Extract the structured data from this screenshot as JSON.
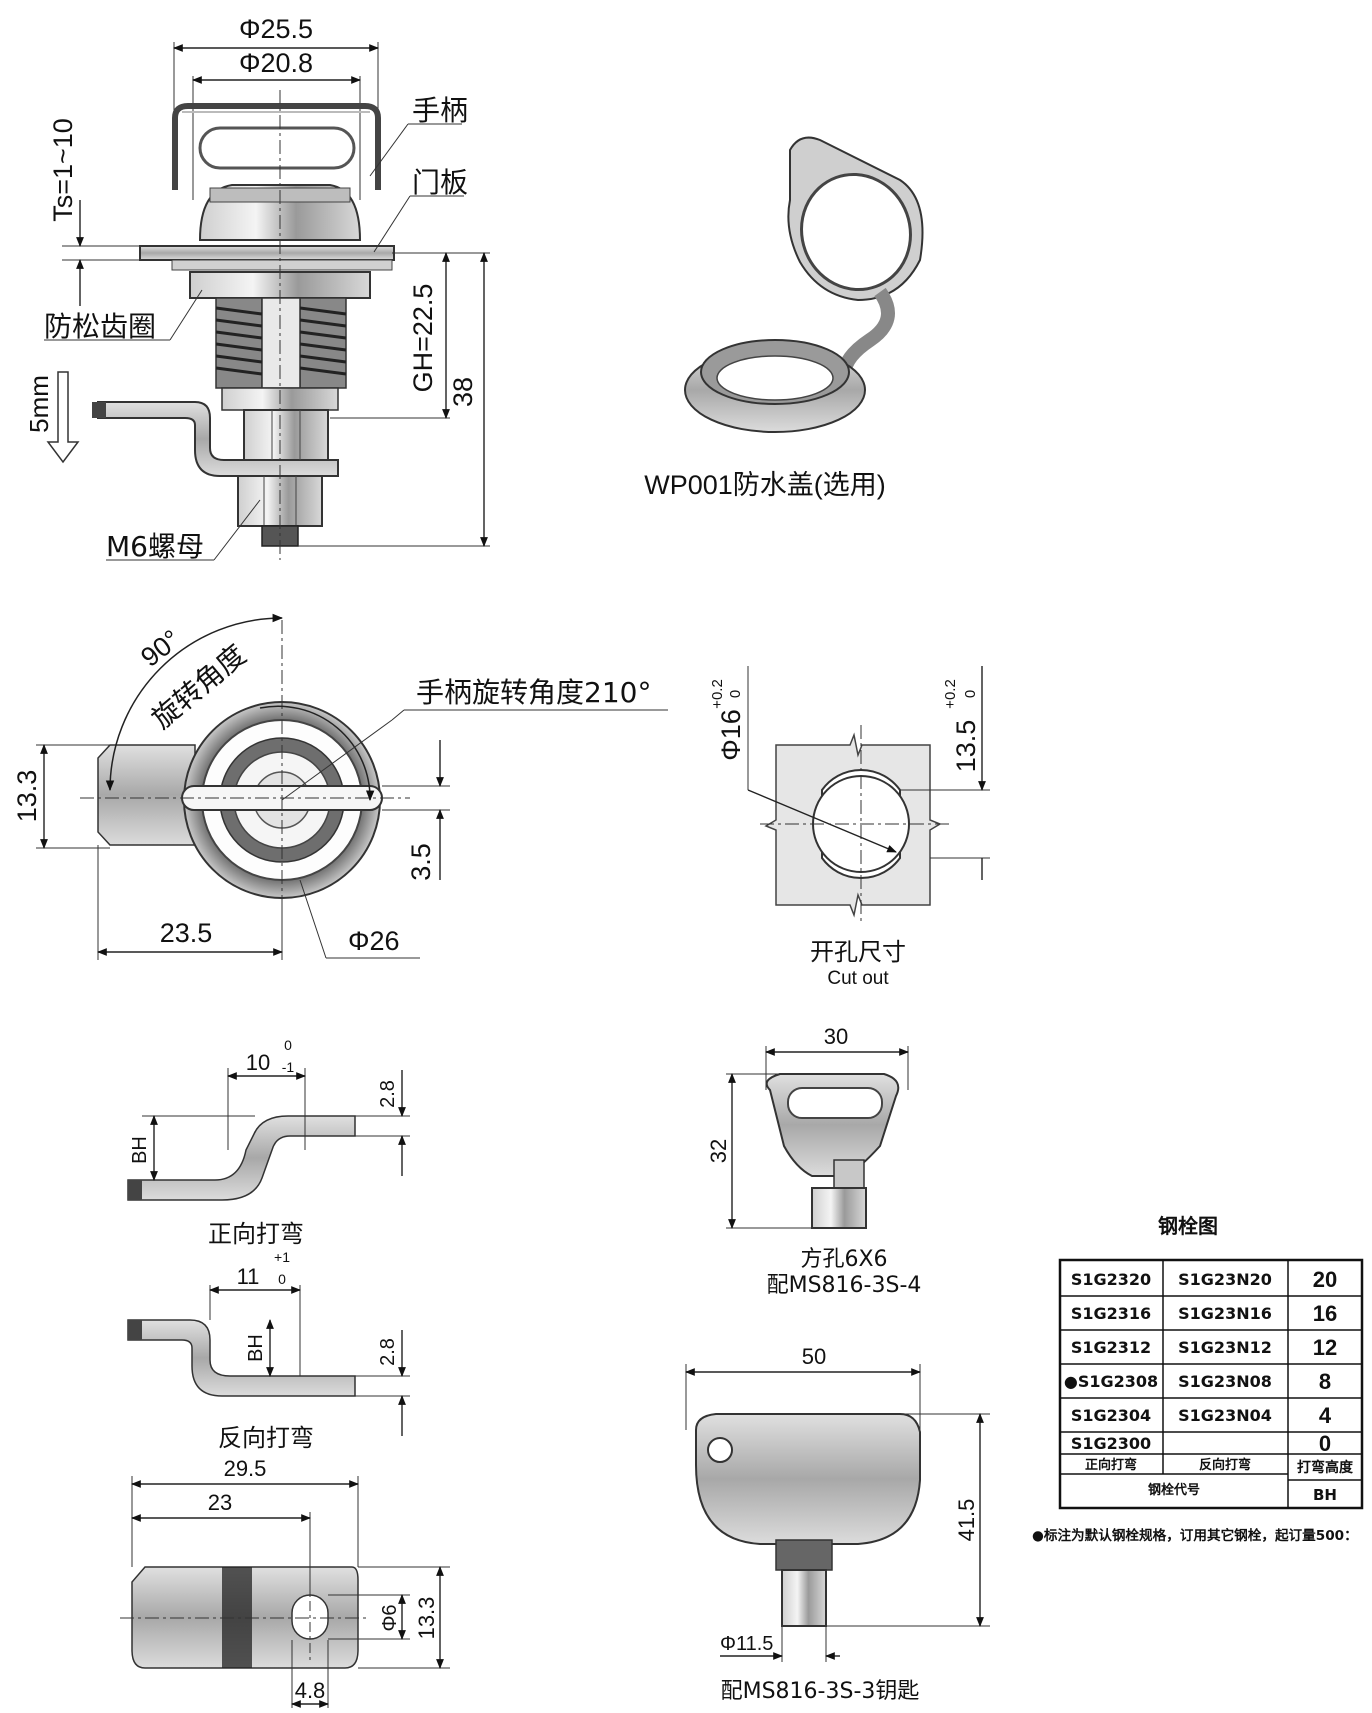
{
  "top_view": {
    "d_outer": "Φ25.5",
    "d_inner": "Φ20.8",
    "ts": "Ts=1~10",
    "handle": "手柄",
    "door_panel": "门板",
    "lock_washer": "防松齿圈",
    "gh": "GH=22.5",
    "height": "38",
    "stroke": "5mm",
    "nut": "M6螺母"
  },
  "waterproof_cap": {
    "caption": "WP001防水盖(选用)"
  },
  "front_view": {
    "angle_90": "90°",
    "rot_label": "旋转角度",
    "handle_rot": "手柄旋转角度210°",
    "h13_3": "13.3",
    "w23_5": "23.5",
    "d26": "Φ26",
    "d3_5": "3.5"
  },
  "cutout": {
    "d16": "Φ16",
    "tol_up": "+0.2",
    "tol_low": "0",
    "h13_5": "13.5",
    "title_cn": "开孔尺寸",
    "title_en": "Cut out"
  },
  "cam_forward": {
    "w": "10",
    "tol_up": "0",
    "tol_low": "-1",
    "bh": "BH",
    "t": "2.8",
    "caption": "正向打弯"
  },
  "cam_reverse": {
    "w": "11",
    "tol_up": "+1",
    "tol_low": "0",
    "bh": "BH",
    "t": "2.8",
    "caption": "反向打弯"
  },
  "cam_plan": {
    "len": "29.5",
    "hole_pos": "23",
    "hole_d": "Φ6",
    "width": "13.3",
    "offset": "4.8"
  },
  "key_square": {
    "width": "30",
    "height": "32",
    "line1": "方孔6X6",
    "line2": "配MS816-3S-4"
  },
  "key_flat": {
    "width": "50",
    "height": "41.5",
    "dia": "Φ11.5",
    "caption": "配MS816-3S-3钥匙"
  },
  "table": {
    "title": "钢栓图",
    "rows": [
      {
        "fwd": "S1G2320",
        "rev": "S1G23N20",
        "bh": "20"
      },
      {
        "fwd": "S1G2316",
        "rev": "S1G23N16",
        "bh": "16"
      },
      {
        "fwd": "S1G2312",
        "rev": "S1G23N12",
        "bh": "12"
      },
      {
        "fwd": "●S1G2308",
        "rev": "S1G23N08",
        "bh": "8"
      },
      {
        "fwd": "S1G2304",
        "rev": "S1G23N04",
        "bh": "4"
      },
      {
        "fwd": "S1G2300",
        "rev": "",
        "bh": "0"
      }
    ],
    "h_fwd": "正向打弯",
    "h_rev": "反向打弯",
    "h_bh_label": "打弯高度",
    "h_code": "钢栓代号",
    "h_bh": "BH",
    "note": "●标注为默认钢栓规格，订用其它钢栓，起订量500："
  }
}
